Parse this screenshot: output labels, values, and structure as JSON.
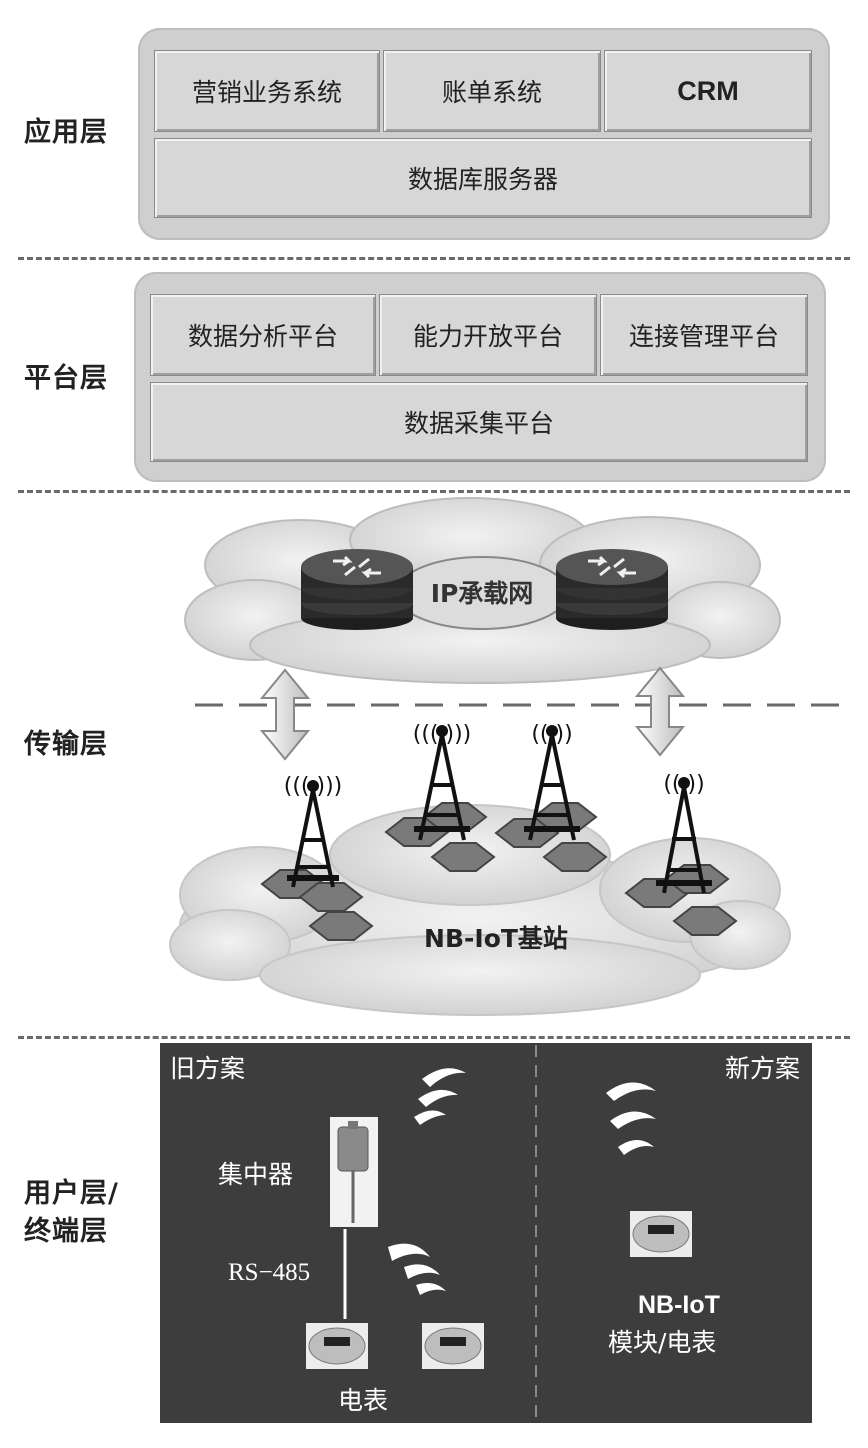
{
  "layers": {
    "application": {
      "label": "应用层",
      "systems": [
        "营销业务系统",
        "账单系统",
        "CRM"
      ],
      "database": "数据库服务器"
    },
    "platform": {
      "label": "平台层",
      "platforms": [
        "数据分析平台",
        "能力开放平台",
        "连接管理平台"
      ],
      "collection": "数据采集平台"
    },
    "transport": {
      "label": "传输层",
      "ip_network": "IP承载网",
      "base_station": "NB-IoT基站"
    },
    "user": {
      "label_line1": "用户层/",
      "label_line2": "终端层",
      "old_scheme": "旧方案",
      "new_scheme": "新方案",
      "concentrator": "集中器",
      "bus": "RS−485",
      "meter": "电表",
      "nb_module_line1": "NB-IoT",
      "nb_module_line2": "模块/电表"
    }
  }
}
